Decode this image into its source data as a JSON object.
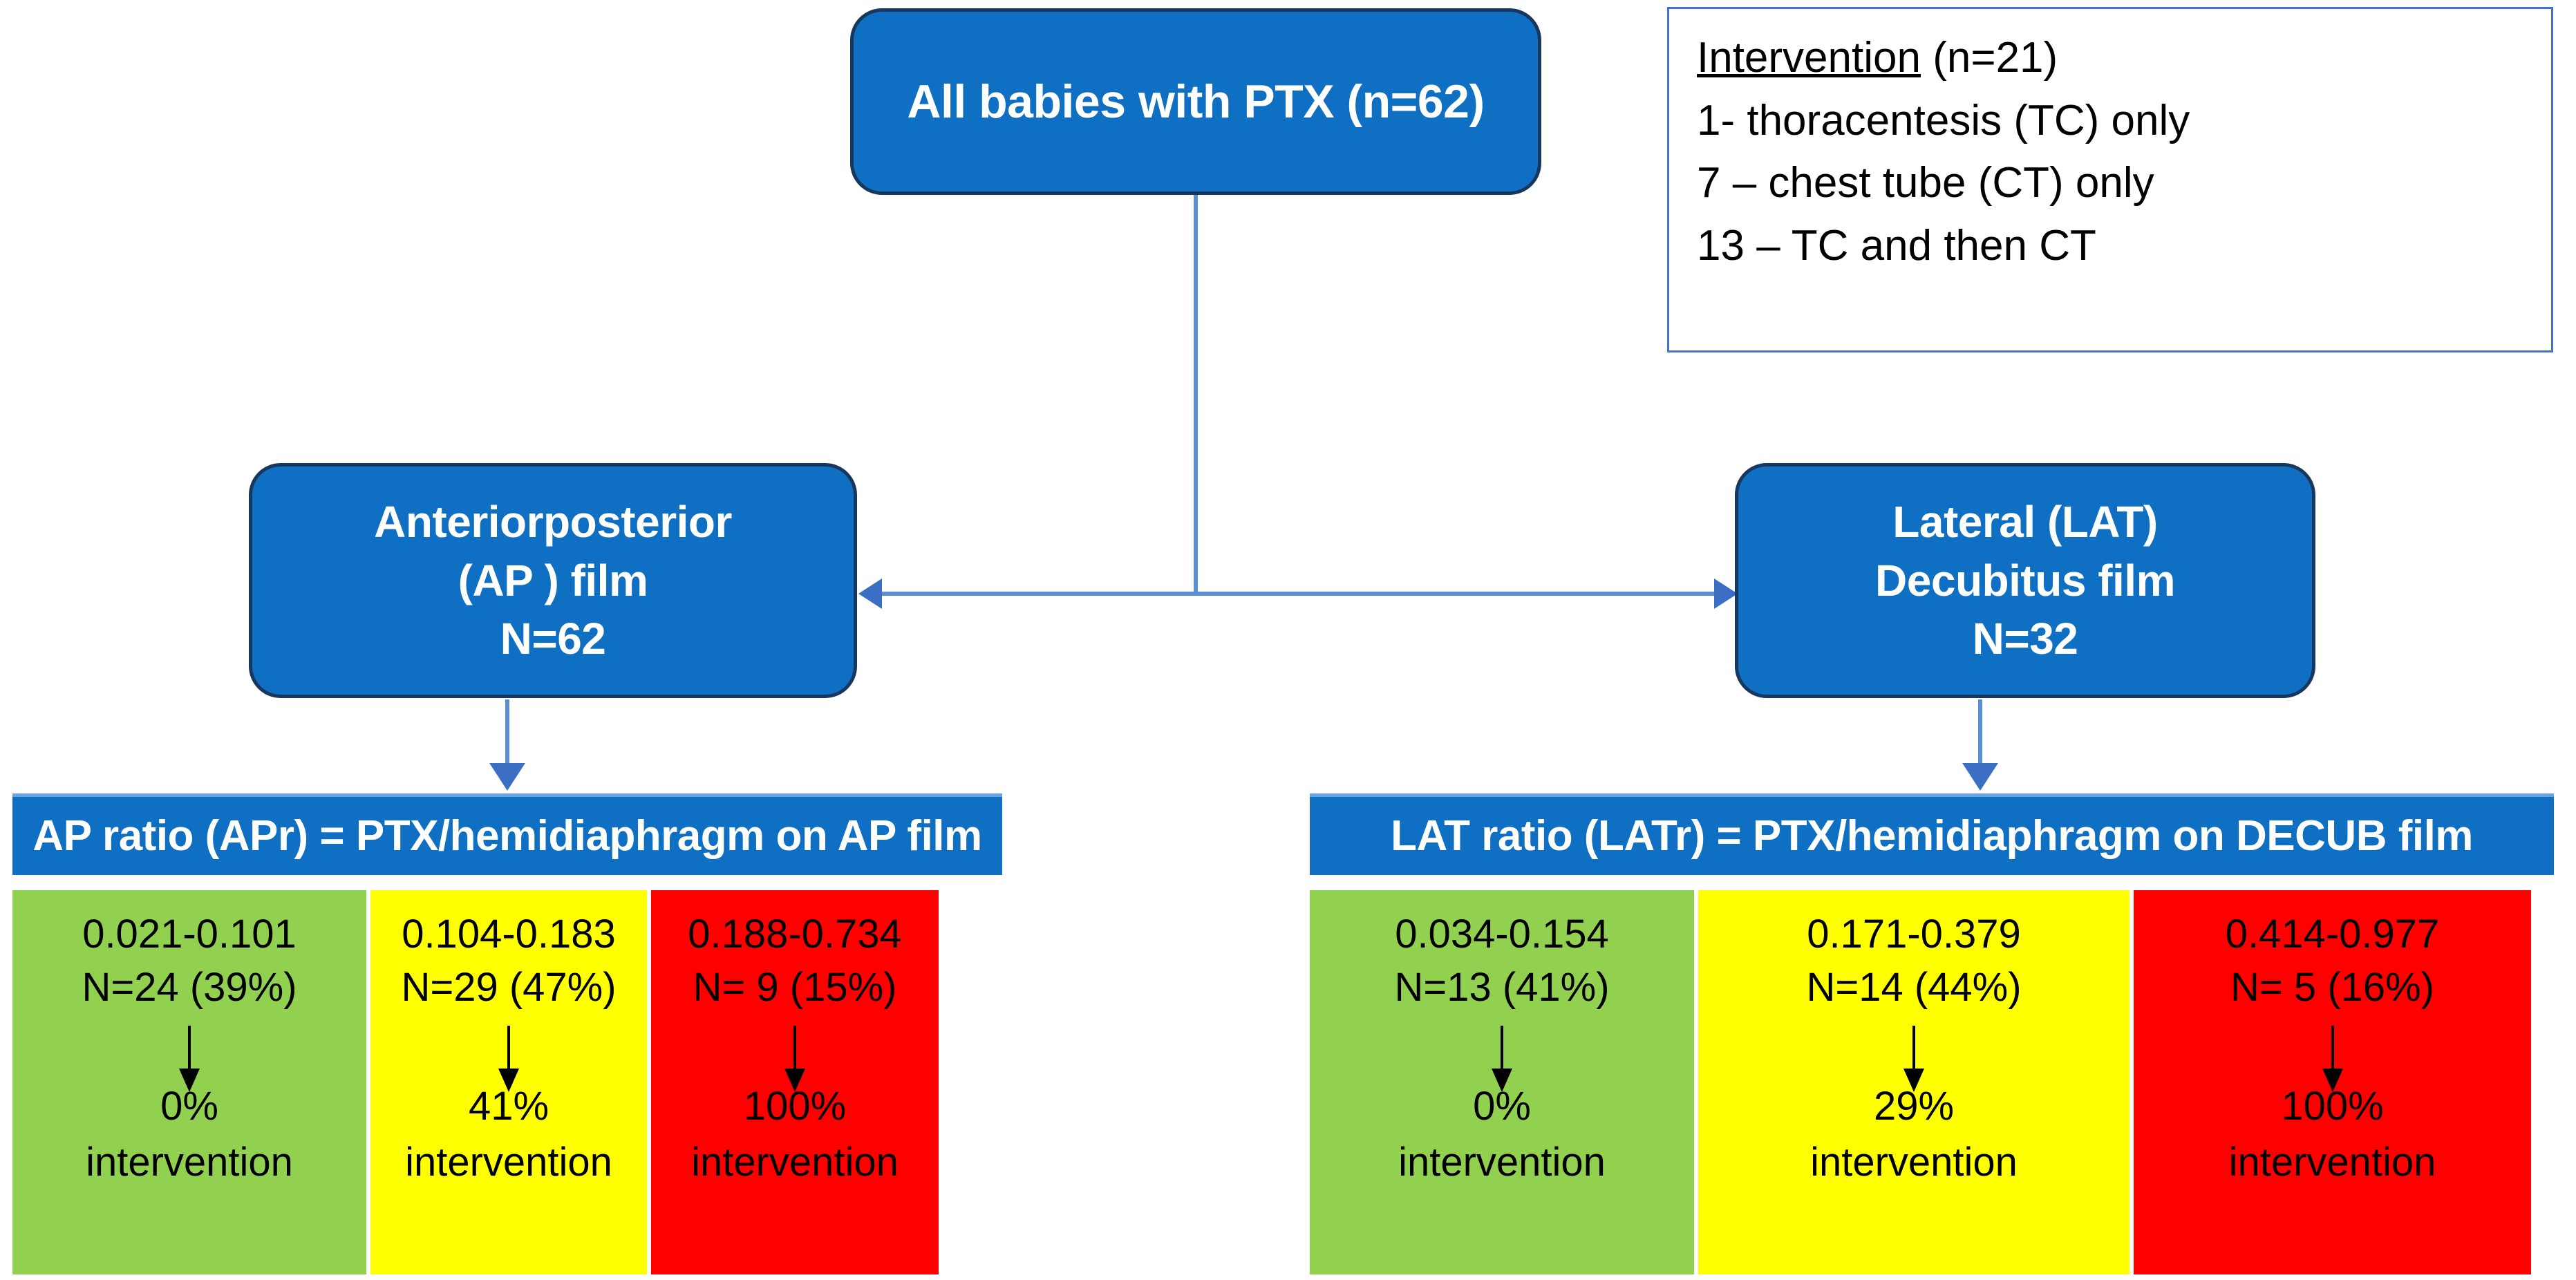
{
  "root_node": {
    "text": "All babies with PTX (n=62)"
  },
  "legend": {
    "title": "Intervention",
    "title_count": "(n=21)",
    "lines": [
      "1- thoracentesis (TC) only",
      "7 – chest tube (CT) only",
      "13 – TC and then CT"
    ]
  },
  "branches": {
    "ap": {
      "node_lines": [
        "Anteriorposterior",
        "(AP ) film",
        "N=62"
      ],
      "ratio_header": "AP ratio (APr) = PTX/hemidiaphragm on AP film",
      "cells": [
        {
          "color_name": "green",
          "color": "#92D050",
          "range": "0.021-0.101",
          "count": "N=24 (39%)",
          "percent": "0%",
          "label": "intervention"
        },
        {
          "color_name": "yellow",
          "color": "#FFFF00",
          "range": "0.104-0.183",
          "count": "N=29 (47%)",
          "percent": "41%",
          "label": "intervention"
        },
        {
          "color_name": "red",
          "color": "#FF0000",
          "range": "0.188-0.734",
          "count": "N= 9 (15%)",
          "percent": "100%",
          "label": "intervention"
        }
      ]
    },
    "lat": {
      "node_lines": [
        "Lateral (LAT)",
        "Decubitus film",
        "N=32"
      ],
      "ratio_header": "LAT ratio (LATr) = PTX/hemidiaphragm on DECUB film",
      "cells": [
        {
          "color_name": "green",
          "color": "#92D050",
          "range": "0.034-0.154",
          "count": "N=13 (41%)",
          "percent": "0%",
          "label": "intervention"
        },
        {
          "color_name": "yellow",
          "color": "#FFFF00",
          "range": "0.171-0.379",
          "count": "N=14 (44%)",
          "percent": "29%",
          "label": "intervention"
        },
        {
          "color_name": "red",
          "color": "#FF0000",
          "range": "0.414-0.977",
          "count": "N= 5 (16%)",
          "percent": "100%",
          "label": "intervention"
        }
      ]
    }
  },
  "colors": {
    "node_fill": "#0F6FC2",
    "node_border": "#17375E",
    "connector": "#5B8FD4",
    "arrow": "#3A6FC4",
    "legend_border": "#4472C4"
  }
}
